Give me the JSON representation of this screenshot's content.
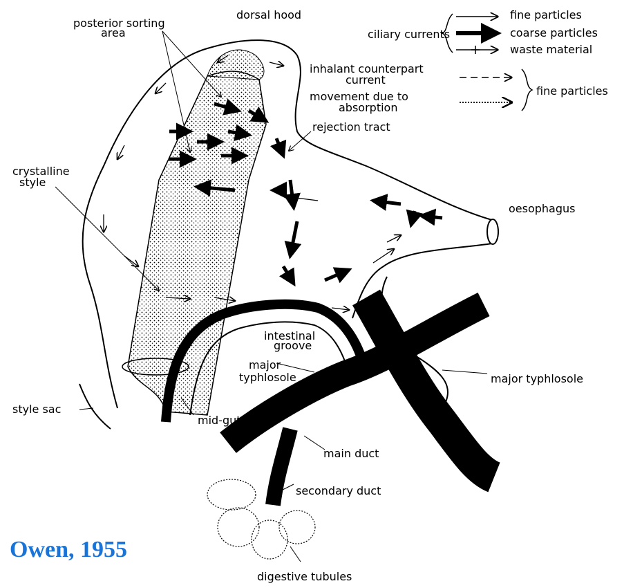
{
  "labels": {
    "posterior_sorting_area_1": "posterior sorting",
    "posterior_sorting_area_2": "area",
    "dorsal_hood": "dorsal hood",
    "crystalline_style_1": "crystalline",
    "crystalline_style_2": "style",
    "rejection_tract": "rejection tract",
    "oesophagus": "oesophagus",
    "intestinal_groove_1": "intestinal",
    "intestinal_groove_2": "groove",
    "major_typhlosole_left_1": "major",
    "major_typhlosole_left_2": "typhlosole",
    "major_typhlosole_right": "major typhlosole",
    "style_sac": "style sac",
    "mid_gut": "mid-gut",
    "main_duct": "main duct",
    "secondary_duct": "secondary duct",
    "digestive_tubules": "digestive tubules"
  },
  "legend": {
    "ciliary_currents": "ciliary currents",
    "fine_particles": "fine particles",
    "coarse_particles": "coarse particles",
    "waste_material": "waste material",
    "inhalant_1": "inhalant counterpart",
    "inhalant_2": "current",
    "absorption_1": "movement due to",
    "absorption_2": "absorption",
    "fine_particles_group": "fine particles"
  },
  "citation": "Owen, 1955"
}
